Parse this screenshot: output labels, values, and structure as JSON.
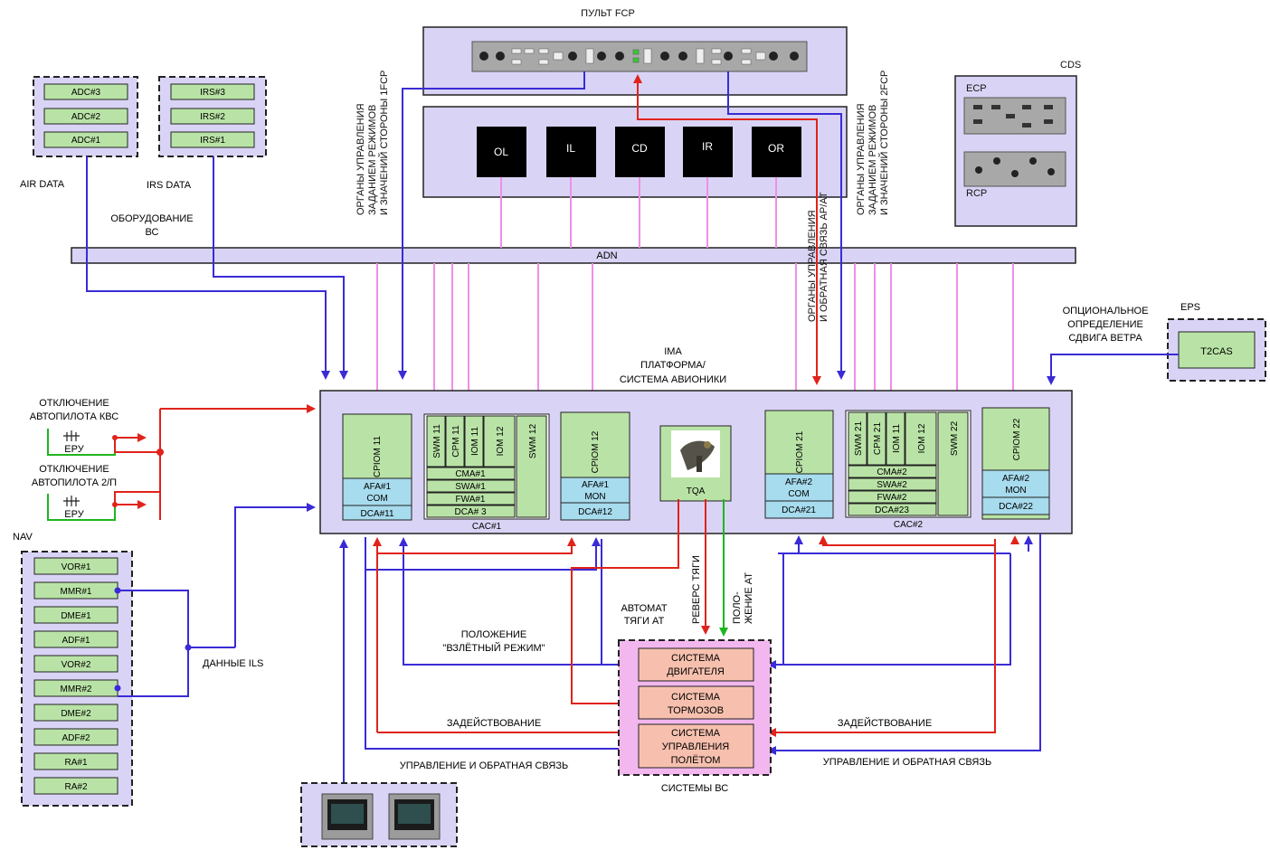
{
  "fcp": {
    "title": "ПУЛЬТ FCP"
  },
  "cds": {
    "title": "CDS",
    "ecp": "ECP",
    "rcp": "RCP"
  },
  "displays": [
    "OL",
    "IL",
    "CD",
    "IR",
    "OR"
  ],
  "adc_group": [
    "ADC#3",
    "ADC#2",
    "ADC#1"
  ],
  "irs_group": [
    "IRS#3",
    "IRS#2",
    "IRS#1"
  ],
  "labels": {
    "air_data": "AIR DATA",
    "irs_data": "IRS DATA",
    "equip_line1": "ОБОРУДОВАНИЕ",
    "equip_line2": "ВС",
    "adn": "ADN",
    "ctrl1_l1": "ОРГАНЫ УПРАВЛЕНИЯ",
    "ctrl1_l2": "ЗАДАНИЕМ РЕЖИМОВ",
    "ctrl1_l3": "И ЗНАЧЕНИЙ СТОРОНЫ 1FCP",
    "ctrl2_l1": "ОРГАНЫ УПРАВЛЕНИЯ",
    "ctrl2_l2": "ЗАДАНИЕМ РЕЖИМОВ",
    "ctrl2_l3": "И ЗНАЧЕНИЙ СТОРОНЫ 2FCP",
    "apat_l1": "ОРГАНЫ УПРАВЛЕНИЯ",
    "apat_l2": "И ОБРАТНАЯ СВЯЗЬ AP/AT",
    "wind_l1": "ОПЦИОНАЛЬНОЕ",
    "wind_l2": "ОПРЕДЕЛЕНИЕ",
    "wind_l3": "СДВИГА ВЕТРА",
    "eps": "EPS",
    "t2cas": "T2CAS",
    "ima_l1": "IMA",
    "ima_l2": "ПЛАТФОРМА/",
    "ima_l3": "СИСТЕМА АВИОНИКИ",
    "ap_kvs_l1": "ОТКЛЮЧЕНИЕ",
    "ap_kvs_l2": "АВТОПИЛОТА КВС",
    "ap_2p_l1": "ОТКЛЮЧЕНИЕ",
    "ap_2p_l2": "АВТОПИЛОТА 2/П",
    "eru": "ЕРУ",
    "nav": "NAV",
    "ils_data": "ДАННЫЕ ILS",
    "takeoff_l1": "ПОЛОЖЕНИЕ",
    "takeoff_l2": "\"ВЗЛЁТНЫЙ РЕЖИМ\"",
    "autothrottle_l1": "АВТОМАТ",
    "autothrottle_l2": "ТЯГИ AT",
    "reverse": "РЕВЕРС ТЯГИ",
    "at_pos_l1": "ПОЛО-",
    "at_pos_l2": "ЖЕНИЕ AT",
    "actuation_left": "ЗАДЕЙСТВОВАНИЕ",
    "actuation_right": "ЗАДЕЙСТВОВАНИЕ",
    "control_fb_left": "УПРАВЛЕНИЕ И ОБРАТНАЯ СВЯЗЬ",
    "control_fb_right": "УПРАВЛЕНИЕ И ОБРАТНАЯ СВЯЗЬ",
    "aircraft_systems": "СИСТЕМЫ ВС",
    "tqa": "TQA"
  },
  "nav_items": [
    "VOR#1",
    "MMR#1",
    "DME#1",
    "ADF#1",
    "VOR#2",
    "MMR#2",
    "DME#2",
    "ADF#2",
    "RA#1",
    "RA#2"
  ],
  "cpiom": {
    "c11": {
      "name": "CPIOM 11",
      "afa": "AFA#1",
      "func": "COM",
      "dca": "DCA#11"
    },
    "c12": {
      "name": "CPIOM 12",
      "afa": "AFA#1",
      "func": "MON",
      "dca": "DCA#12"
    },
    "c21": {
      "name": "CPIOM 21",
      "afa": "AFA#2",
      "func": "COM",
      "dca": "DCA#21"
    },
    "c22": {
      "name": "CPIOM 22",
      "afa": "AFA#2",
      "func": "MON",
      "dca": "DCA#22"
    }
  },
  "cac1": {
    "name": "CAC#1",
    "cols": [
      "SWM 11",
      "CPM 11",
      "IOM 11",
      "IOM 12"
    ],
    "side": "SWM 12",
    "rows": [
      "CMA#1",
      "SWA#1",
      "FWA#1",
      "DCA# 3"
    ]
  },
  "cac2": {
    "name": "CAC#2",
    "cols": [
      "SWM 21",
      "CPM 21",
      "IOM 11",
      "IOM 12"
    ],
    "side": "SWM 22",
    "rows": [
      "CMA#2",
      "SWA#2",
      "FWA#2",
      "DCA#23"
    ]
  },
  "systems": {
    "engine_l1": "СИСТЕМА",
    "engine_l2": "ДВИГАТЕЛЯ",
    "brakes_l1": "СИСТЕМА",
    "brakes_l2": "ТОРМОЗОВ",
    "flight_l1": "СИСТЕМА",
    "flight_l2": "УПРАВЛЕНИЯ",
    "flight_l3": "ПОЛЁТОМ"
  }
}
